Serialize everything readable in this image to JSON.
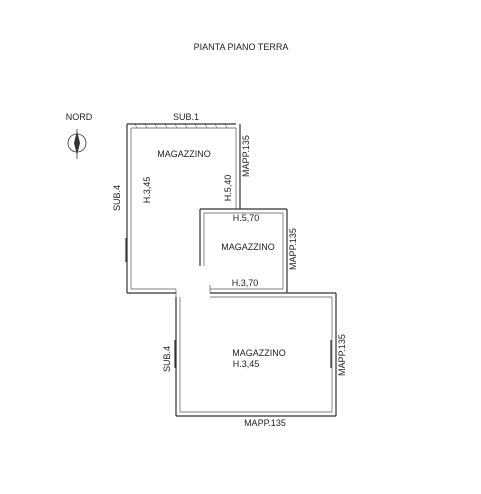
{
  "title": "PIANTA PIANO TERRA",
  "north_label": "NORD",
  "rooms": [
    {
      "label": "MAGAZZINO",
      "height": "H.3,45"
    },
    {
      "label": "MAGAZZINO",
      "height": "H.5,70"
    },
    {
      "label": "MAGAZZINO",
      "height": "H.3,45"
    }
  ],
  "labels": {
    "sub1": "SUB.1",
    "sub4_top": "SUB.4",
    "sub4_bottom": "SUB.4",
    "mapp_top": "MAPP.135",
    "mapp_mid": "MAPP.135",
    "mapp_right": "MAPP.135",
    "mapp_bottom": "MAPP.135",
    "h_540": "H.5,40",
    "h_370": "H.3,70"
  },
  "colors": {
    "wall": "#333333",
    "text": "#222222"
  }
}
